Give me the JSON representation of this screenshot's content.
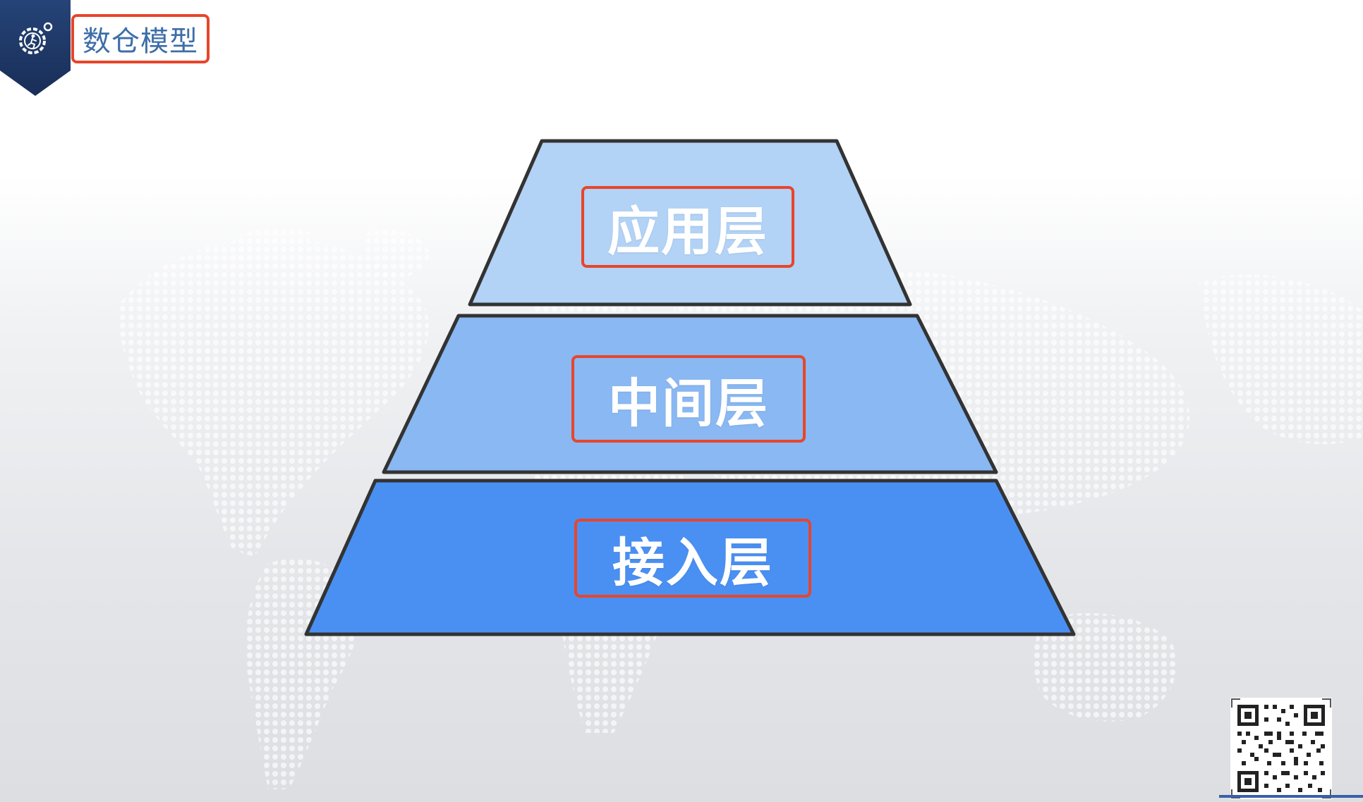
{
  "header": {
    "title": "数仓模型",
    "logo_icon": "gear-runner-icon",
    "badge_color": "#1f3a6b"
  },
  "pyramid": {
    "layers": [
      {
        "label": "应用层",
        "fill": "#b2d2f6"
      },
      {
        "label": "中间层",
        "fill": "#89b8f2"
      },
      {
        "label": "接入层",
        "fill": "#4a90f2"
      }
    ],
    "outline_color": "#333333",
    "highlight_color": "#e8452b"
  },
  "decor": {
    "background": "dotted-world-map",
    "qr_icon": "qr-code-icon"
  }
}
